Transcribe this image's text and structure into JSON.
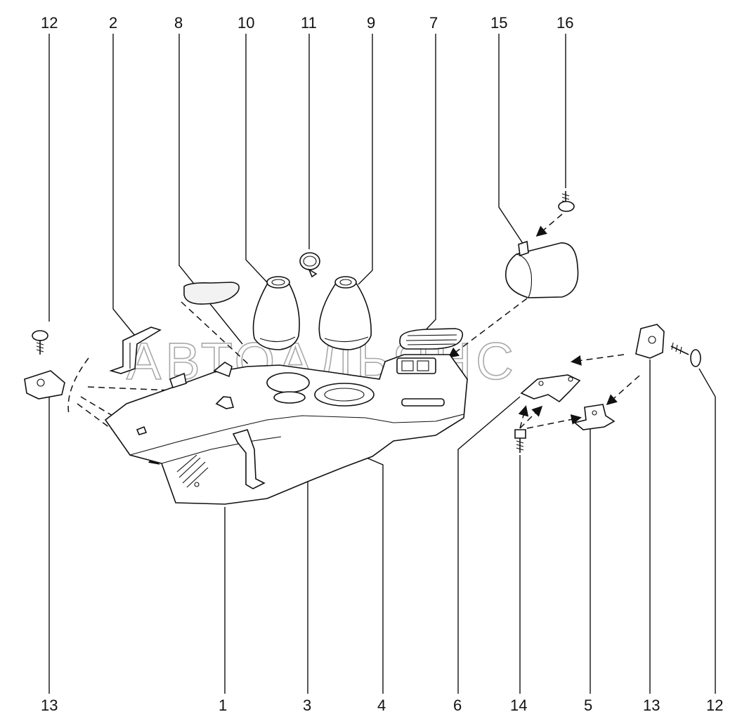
{
  "watermark": "АВТОАЛЬЯНС",
  "callouts_top": [
    "12",
    "2",
    "8",
    "10",
    "11",
    "9",
    "7",
    "15",
    "16"
  ],
  "callouts_bottom": [
    "13",
    "1",
    "3",
    "4",
    "6",
    "14",
    "5",
    "13",
    "12"
  ]
}
